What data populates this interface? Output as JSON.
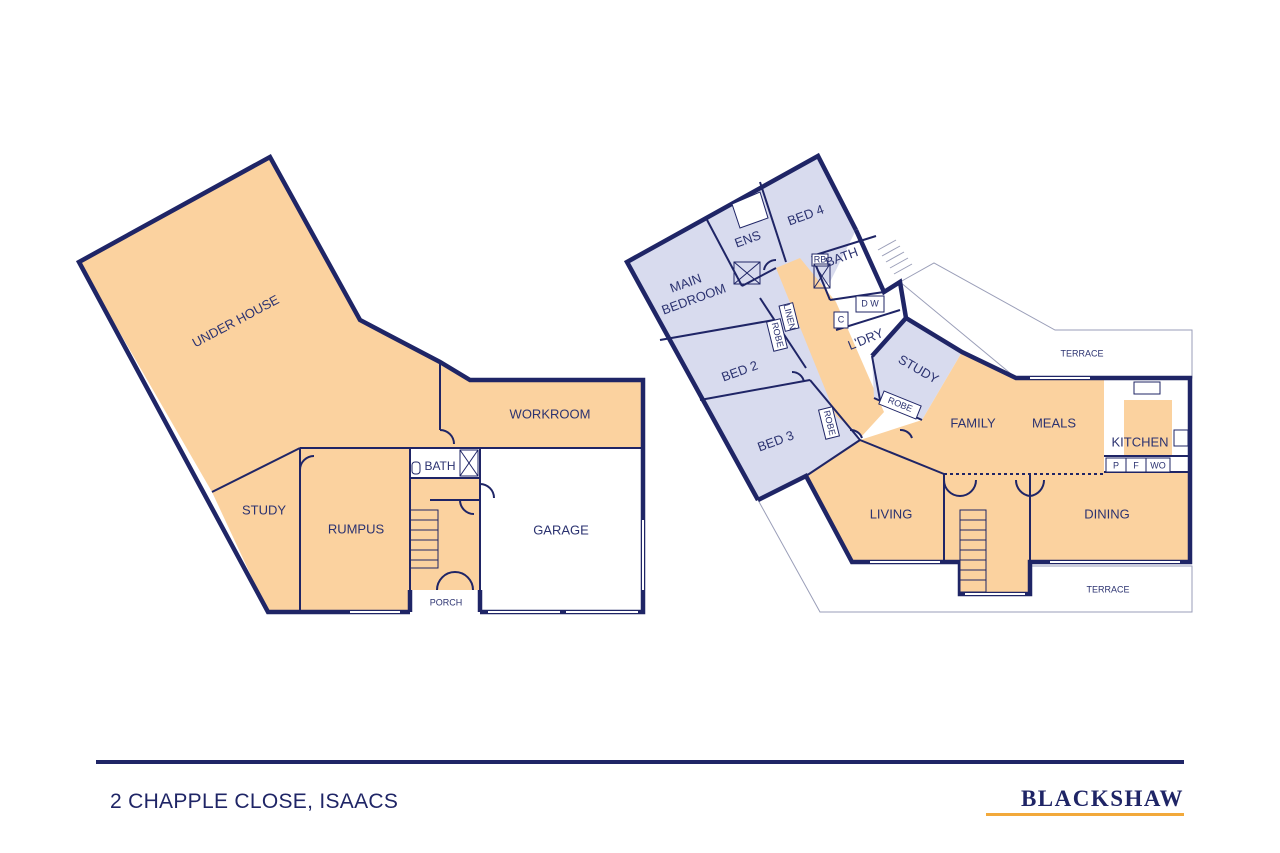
{
  "colors": {
    "living_fill": "#fbd29f",
    "bedroom_fill": "#d8dbee",
    "wall": "#1f2566",
    "text": "#2b3270",
    "brand_accent": "#f2a93b"
  },
  "lower_floor": {
    "under_house": "UNDER HOUSE",
    "workroom": "WORKROOM",
    "bath": "BATH",
    "study": "STUDY",
    "rumpus": "RUMPUS",
    "garage": "GARAGE",
    "porch": "PORCH"
  },
  "upper_floor": {
    "main_bedroom_line1": "MAIN",
    "main_bedroom_line2": "BEDROOM",
    "ens": "ENS",
    "bed4": "BED 4",
    "bath": "BATH",
    "rb": "RB",
    "linen": "LINEN",
    "robe_bed2": "ROBE",
    "c": "C",
    "dw": "D W",
    "ldry": "L'DRY",
    "bed2": "BED 2",
    "bed3": "BED 3",
    "robe_bed3": "ROBE",
    "study": "STUDY",
    "robe_study": "ROBE",
    "family": "FAMILY",
    "meals": "MEALS",
    "kitchen": "KITCHEN",
    "pantry": "P",
    "fridge": "F",
    "wall_oven": "WO",
    "living": "LIVING",
    "dining": "DINING",
    "terrace_top": "TERRACE",
    "terrace_bottom": "TERRACE"
  },
  "footer": {
    "address": "2 CHAPPLE CLOSE, ISAACS",
    "brand": "BLACKSHAW"
  }
}
